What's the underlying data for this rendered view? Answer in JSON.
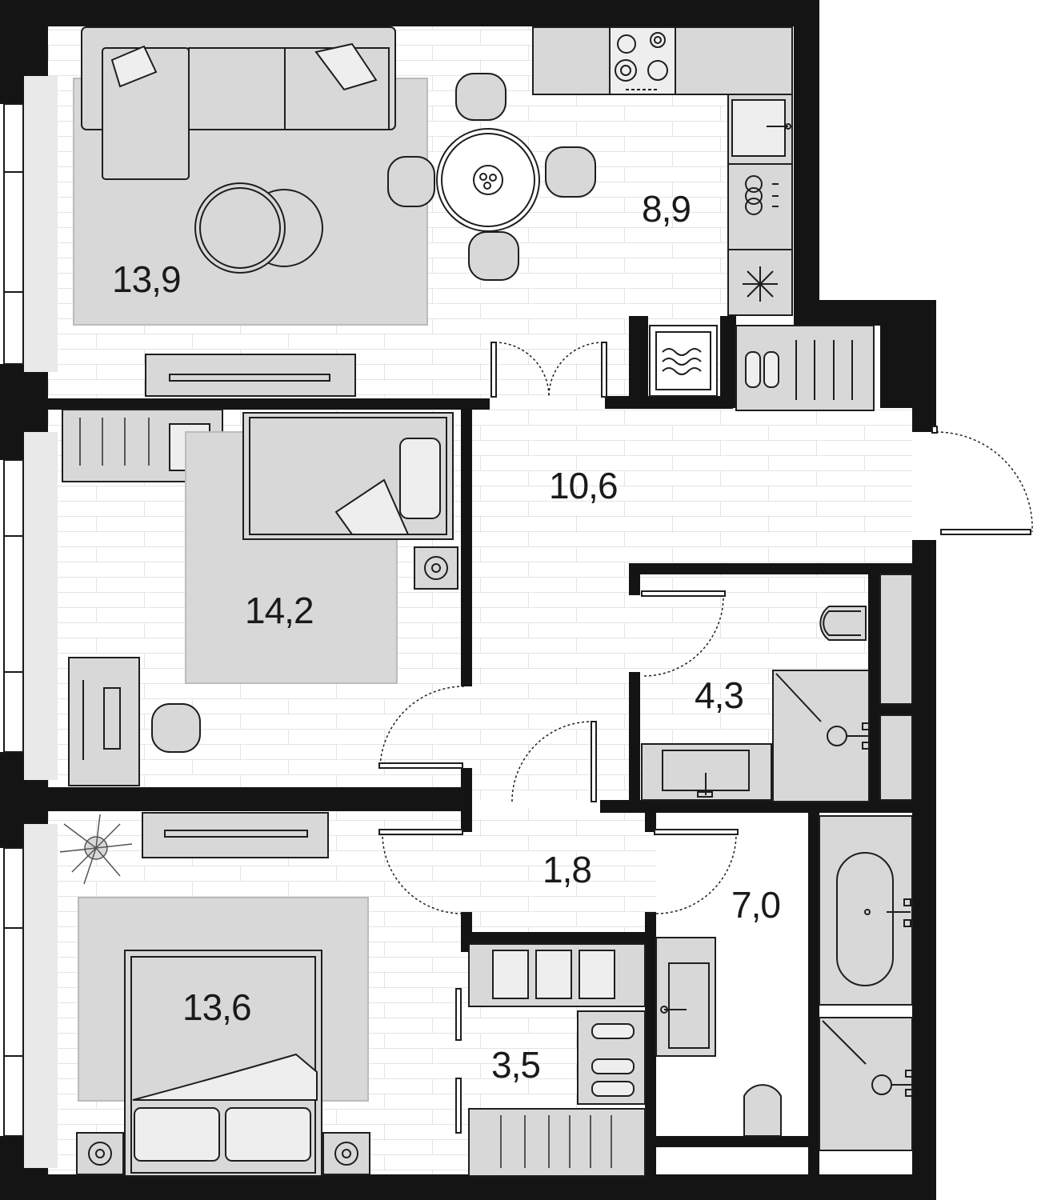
{
  "rooms": [
    {
      "id": "living",
      "area": "13,9"
    },
    {
      "id": "kitchen",
      "area": "8,9"
    },
    {
      "id": "hall",
      "area": "10,6"
    },
    {
      "id": "bedroom-1",
      "area": "14,2"
    },
    {
      "id": "wc",
      "area": "4,3"
    },
    {
      "id": "corridor",
      "area": "1,8"
    },
    {
      "id": "bathroom",
      "area": "7,0"
    },
    {
      "id": "bedroom-2",
      "area": "13,6"
    },
    {
      "id": "wardrobe",
      "area": "3,5"
    }
  ],
  "colors": {
    "wall": "#141414",
    "furniture_fill": "#d8d8d8",
    "furniture_stroke": "#1e1e1e",
    "floor_lines": "#e2e2e2",
    "background": "#ffffff"
  },
  "icons": [
    "sofa-icon",
    "dining-table-icon",
    "stove-icon",
    "sink-icon",
    "dishwasher-icon",
    "fridge-icon",
    "washing-machine-icon",
    "bed-icon",
    "desk-icon",
    "chair-icon",
    "toilet-icon",
    "bathtub-icon",
    "shower-icon",
    "plant-icon",
    "wardrobe-icon",
    "door-swing-icon",
    "window-icon"
  ]
}
